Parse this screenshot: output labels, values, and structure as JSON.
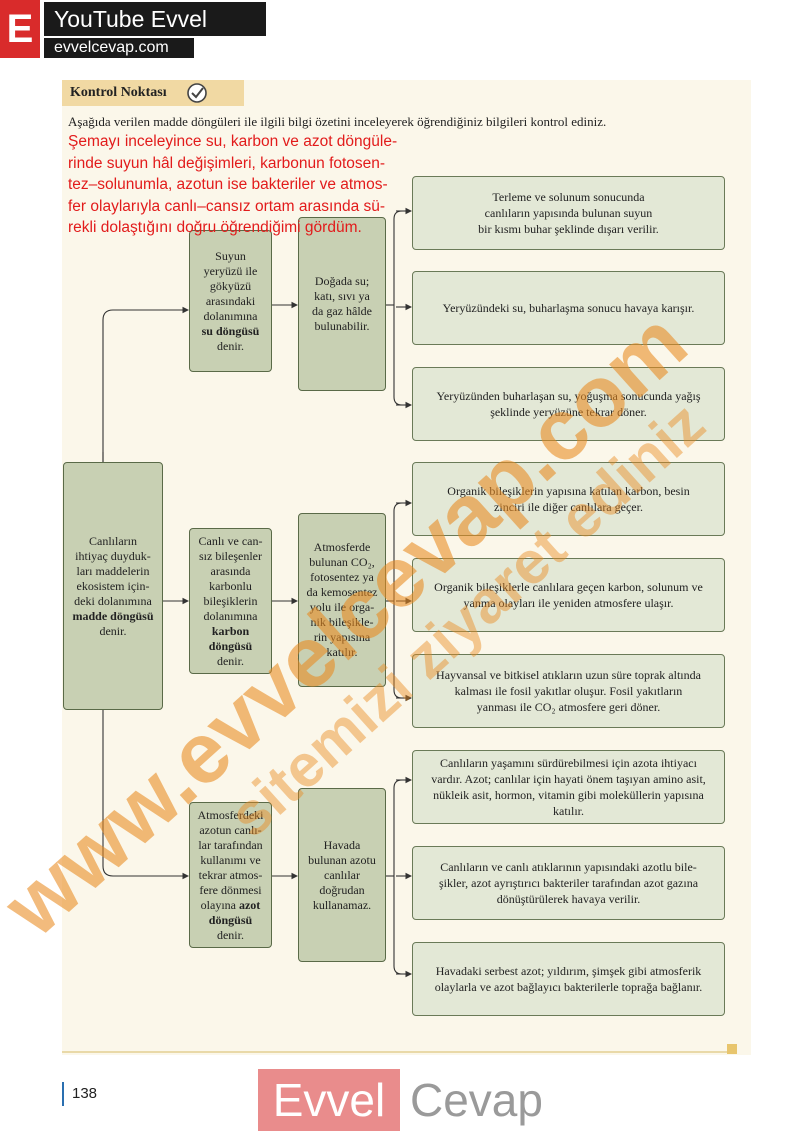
{
  "brand": {
    "letter": "E",
    "title": "YouTube Evvel Cevap",
    "url": "evvelcevap.com"
  },
  "section": {
    "title": "Kontrol Noktası"
  },
  "intro": "Aşağıda verilen madde döngüleri ile ilgili bilgi özetini inceleyerek öğrendiğiniz bilgileri kontrol ediniz.",
  "answer_lines": [
    "Şemayı inceleyince su, karbon ve azot döngüle-",
    "rinde suyun hâl değişimleri, karbonun fotosen-",
    "tez–solunumla, azotun ise bakteriler ve atmos-",
    "fer olaylarıyla canlı–cansız ortam arasında sü-",
    "rekli dolaştığını doğru öğrendiğimi gördüm."
  ],
  "root": {
    "lines": [
      "Canlıların",
      "ihtiyaç duyduk-",
      "ları maddelerin",
      "ekosistem için-",
      "deki dolanımına"
    ],
    "bold": "madde döngüsü",
    "tail": "denir."
  },
  "water": {
    "def_lines": [
      "Suyun",
      "yeryüzü ile",
      "gökyüzü",
      "arasındaki",
      "dolanımına"
    ],
    "def_bold": "su döngüsü",
    "def_tail": "denir.",
    "mid_lines": [
      "Doğada su;",
      "katı, sıvı ya",
      "da gaz hâlde",
      "bulunabilir."
    ],
    "items": [
      [
        "Terleme ve solunum sonucunda",
        "canlıların yapısında bulunan suyun",
        "bir kısmı buhar şeklinde dışarı verilir."
      ],
      [
        "Yeryüzündeki su, buharlaşma sonucu havaya karışır."
      ],
      [
        "Yeryüzünden buharlaşan su, yoğuşma sonucunda yağış",
        "şeklinde yeryüzüne tekrar döner."
      ]
    ]
  },
  "carbon": {
    "def_lines": [
      "Canlı ve can-",
      "sız bileşenler",
      "arasında",
      "karbonlu",
      "bileşiklerin",
      "dolanımına"
    ],
    "def_bold": [
      "karbon",
      "döngüsü"
    ],
    "def_tail": "denir.",
    "mid_lines": [
      "Atmosferde",
      "bulunan CO₂,",
      "fotosentez ya",
      "da kemosentez",
      "yolu ile orga-",
      "nik bileşikle-",
      "rin yapısına",
      "katılır."
    ],
    "items": [
      [
        "Organik bileşiklerin yapısına katılan karbon, besin",
        "zinciri ile diğer canlılara geçer."
      ],
      [
        "Organik bileşiklerle canlılara geçen karbon, solunum ve",
        "yanma olayları ile yeniden atmosfere ulaşır."
      ],
      [
        "Hayvansal ve bitkisel atıkların uzun süre toprak altında",
        "kalması ile fosil yakıtlar oluşur. Fosil yakıtların",
        "yanması ile CO₂ atmosfere geri döner."
      ]
    ]
  },
  "nitrogen": {
    "def_lines": [
      "Atmosferdeki",
      "azotun canlı-",
      "lar tarafından",
      "kullanımı ve",
      "tekrar atmos-",
      "fere dönmesi"
    ],
    "def_pre": "olayına",
    "def_bold": [
      "azot",
      "döngüsü"
    ],
    "def_tail": "denir.",
    "mid_lines": [
      "Havada",
      "bulunan azotu",
      "canlılar",
      "doğrudan",
      "kullanamaz."
    ],
    "items": [
      [
        "Canlıların yaşamını sürdürebilmesi için azota ihtiyacı",
        "vardır. Azot; canlılar için hayati önem taşıyan amino asit,",
        "nükleik asit, hormon, vitamin gibi moleküllerin yapısına",
        "katılır."
      ],
      [
        "Canlıların ve canlı atıklarının yapısındaki azotlu bile-",
        "şikler, azot ayrıştırıcı bakteriler tarafından azot gazına",
        "dönüştürülerek havaya verilir."
      ],
      [
        "Havadaki serbest azot; yıldırım, şimşek gibi atmosferik",
        "olaylarla ve azot bağlayıcı bakterilerle toprağa bağlanır."
      ]
    ]
  },
  "watermarks": {
    "main": "www.evvelcevap.com",
    "secondary": "sitemizi ziyaret ediniz"
  },
  "footer": {
    "page": "138",
    "logo_left": "Evvel",
    "logo_right": "Cevap"
  },
  "colors": {
    "dark_box": "#c8d0b3",
    "light_box": "#e3e8d6",
    "answer_red": "#e21b1b",
    "brand_red": "#d92b2b",
    "tab": "#f1d9a3",
    "watermark": "#e8891f"
  }
}
